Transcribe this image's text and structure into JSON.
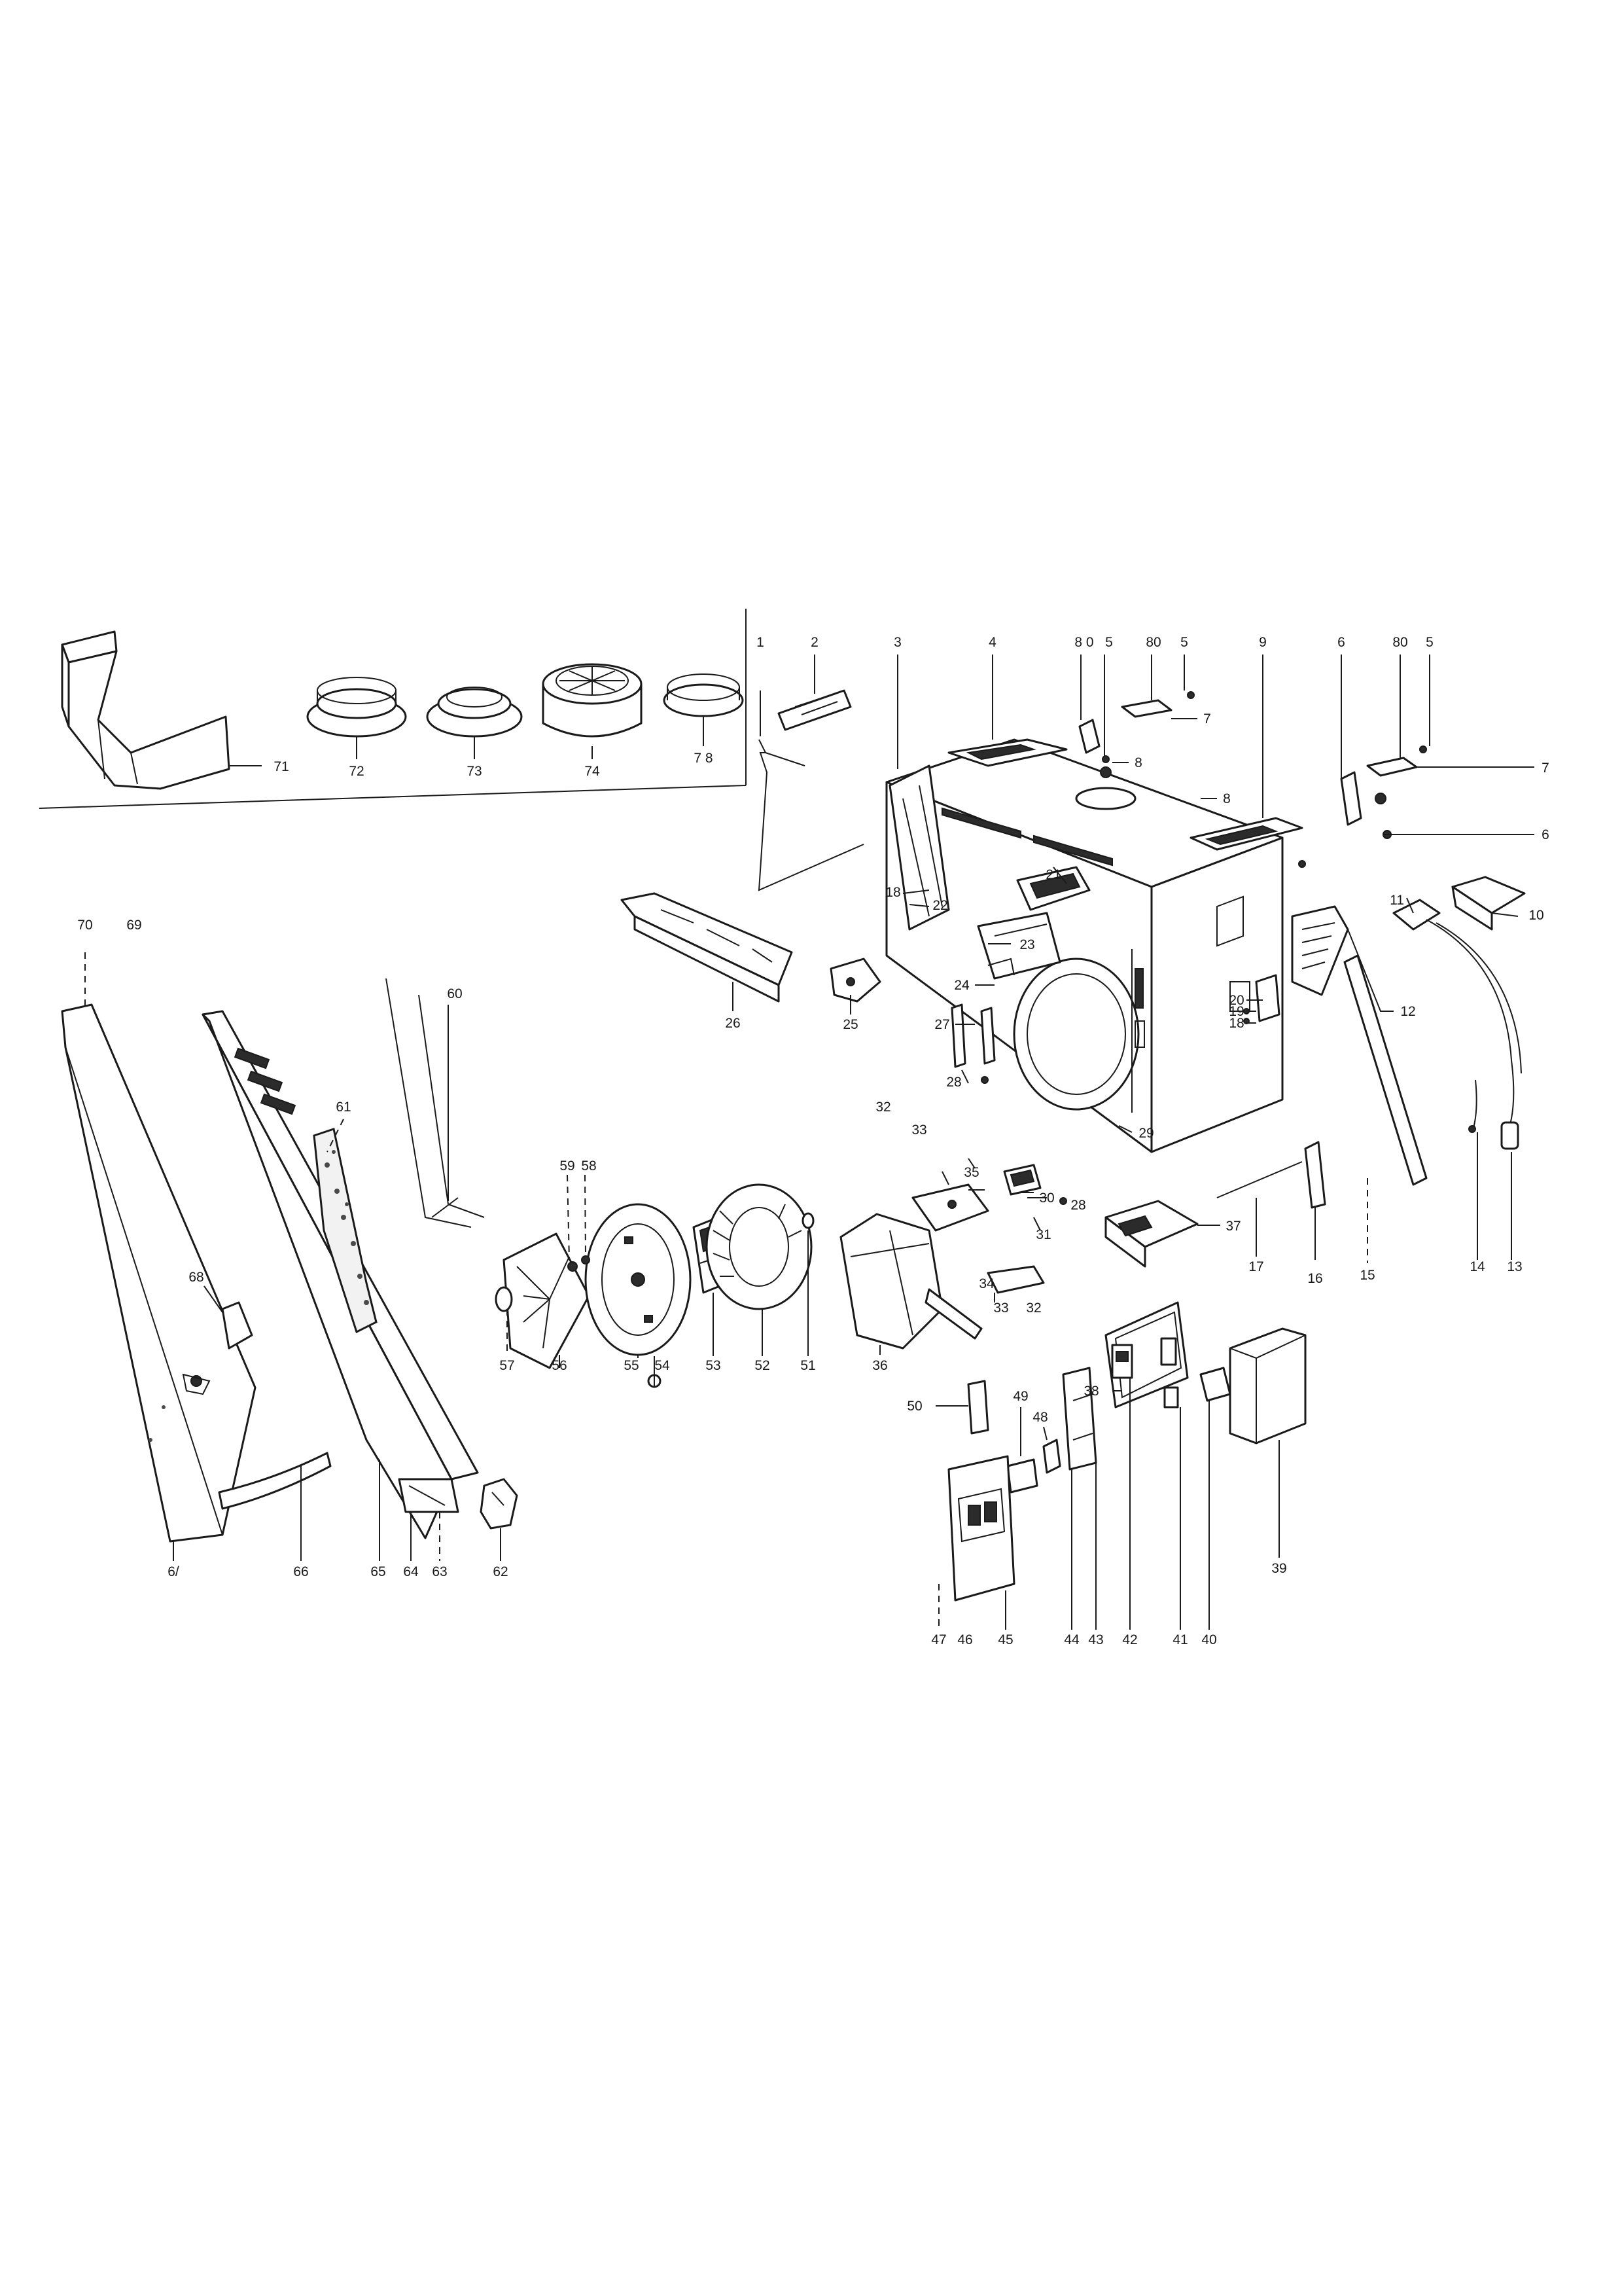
{
  "diagram": {
    "type": "exploded-parts-view",
    "callouts": [
      {
        "id": "c1",
        "text": "1"
      },
      {
        "id": "c2",
        "text": "2"
      },
      {
        "id": "c3",
        "text": "3"
      },
      {
        "id": "c4",
        "text": "4"
      },
      {
        "id": "c80a",
        "text": "8 0"
      },
      {
        "id": "c5a",
        "text": "5"
      },
      {
        "id": "c80b",
        "text": "80"
      },
      {
        "id": "c5b",
        "text": "5"
      },
      {
        "id": "c9",
        "text": "9"
      },
      {
        "id": "c6a",
        "text": "6"
      },
      {
        "id": "c80c",
        "text": "80"
      },
      {
        "id": "c5c",
        "text": "5"
      },
      {
        "id": "c7a",
        "text": "7"
      },
      {
        "id": "c8a",
        "text": "8"
      },
      {
        "id": "c7b",
        "text": "7"
      },
      {
        "id": "c8b",
        "text": "8"
      },
      {
        "id": "c6b",
        "text": "6"
      },
      {
        "id": "c71",
        "text": "71"
      },
      {
        "id": "c72",
        "text": "72"
      },
      {
        "id": "c73",
        "text": "73"
      },
      {
        "id": "c74",
        "text": "74"
      },
      {
        "id": "c78",
        "text": "7 8"
      },
      {
        "id": "c21",
        "text": "21"
      },
      {
        "id": "c18a",
        "text": "18"
      },
      {
        "id": "c22",
        "text": "22"
      },
      {
        "id": "c11",
        "text": "11"
      },
      {
        "id": "c10",
        "text": "10"
      },
      {
        "id": "c23",
        "text": "23"
      },
      {
        "id": "c24",
        "text": "24"
      },
      {
        "id": "c25",
        "text": "25"
      },
      {
        "id": "c26",
        "text": "26"
      },
      {
        "id": "c27",
        "text": "27"
      },
      {
        "id": "c20",
        "text": "20"
      },
      {
        "id": "c19",
        "text": "19"
      },
      {
        "id": "c18b",
        "text": "18"
      },
      {
        "id": "c12",
        "text": "12"
      },
      {
        "id": "c70",
        "text": "70"
      },
      {
        "id": "c69",
        "text": "69"
      },
      {
        "id": "c60",
        "text": "60"
      },
      {
        "id": "c61",
        "text": "61"
      },
      {
        "id": "c28a",
        "text": "28"
      },
      {
        "id": "c29",
        "text": "29"
      },
      {
        "id": "c32a",
        "text": "32"
      },
      {
        "id": "c33a",
        "text": "33"
      },
      {
        "id": "c35",
        "text": "35"
      },
      {
        "id": "c28b",
        "text": "28"
      },
      {
        "id": "c30",
        "text": "30"
      },
      {
        "id": "c31",
        "text": "31"
      },
      {
        "id": "c59",
        "text": "59"
      },
      {
        "id": "c58",
        "text": "58"
      },
      {
        "id": "c37",
        "text": "37"
      },
      {
        "id": "c17",
        "text": "17"
      },
      {
        "id": "c16",
        "text": "16"
      },
      {
        "id": "c15",
        "text": "15"
      },
      {
        "id": "c14",
        "text": "14"
      },
      {
        "id": "c13",
        "text": "13"
      },
      {
        "id": "c68",
        "text": "68"
      },
      {
        "id": "c34",
        "text": "34"
      },
      {
        "id": "c33b",
        "text": "33"
      },
      {
        "id": "c32b",
        "text": "32"
      },
      {
        "id": "c36",
        "text": "36"
      },
      {
        "id": "c38",
        "text": "38"
      },
      {
        "id": "c57",
        "text": "57"
      },
      {
        "id": "c56",
        "text": "56"
      },
      {
        "id": "c55",
        "text": "55"
      },
      {
        "id": "c54",
        "text": "54"
      },
      {
        "id": "c53",
        "text": "53"
      },
      {
        "id": "c52",
        "text": "52"
      },
      {
        "id": "c51",
        "text": "51"
      },
      {
        "id": "c50",
        "text": "50"
      },
      {
        "id": "c49",
        "text": "49"
      },
      {
        "id": "c48",
        "text": "48"
      },
      {
        "id": "c39",
        "text": "39"
      },
      {
        "id": "c67",
        "text": "6/"
      },
      {
        "id": "c66",
        "text": "66"
      },
      {
        "id": "c65",
        "text": "65"
      },
      {
        "id": "c64",
        "text": "64"
      },
      {
        "id": "c63",
        "text": "63"
      },
      {
        "id": "c62",
        "text": "62"
      },
      {
        "id": "c47",
        "text": "47"
      },
      {
        "id": "c46",
        "text": "46"
      },
      {
        "id": "c45",
        "text": "45"
      },
      {
        "id": "c44",
        "text": "44"
      },
      {
        "id": "c43",
        "text": "43"
      },
      {
        "id": "c42",
        "text": "42"
      },
      {
        "id": "c41",
        "text": "41"
      },
      {
        "id": "c40",
        "text": "40"
      }
    ]
  }
}
